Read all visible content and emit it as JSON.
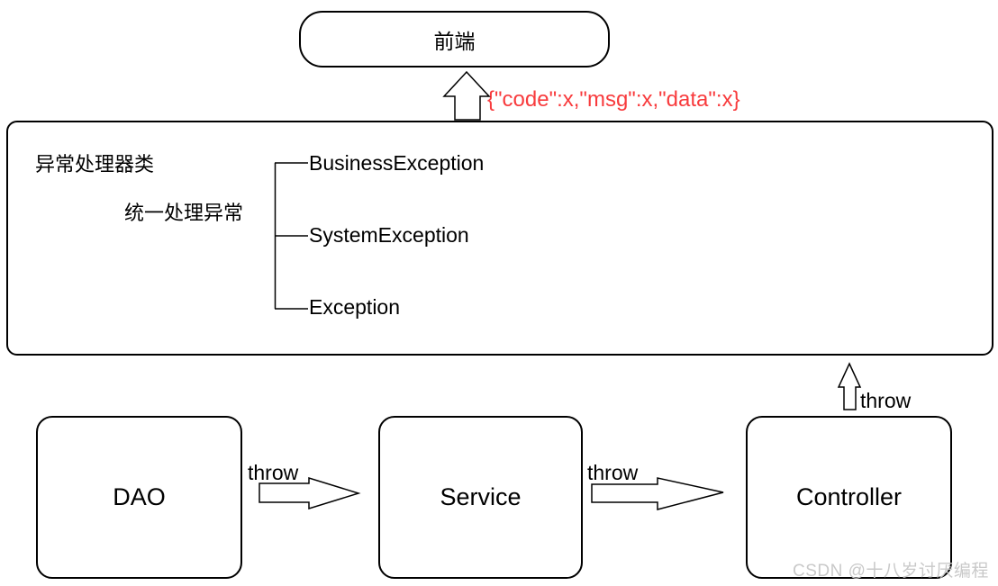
{
  "frontend": {
    "label": "前端"
  },
  "response_json": "{\"code\":x,\"msg\":x,\"data\":x}",
  "handler": {
    "title": "异常处理器类",
    "subtitle": "统一处理异常",
    "exceptions": [
      "BusinessException",
      "SystemException",
      "Exception"
    ]
  },
  "layers": [
    {
      "label": "DAO"
    },
    {
      "label": "Service"
    },
    {
      "label": "Controller"
    }
  ],
  "arrows": {
    "dao_to_service": "throw",
    "service_to_controller": "throw",
    "controller_to_handler": "throw"
  },
  "watermark": "CSDN @十八岁讨厌编程",
  "colors": {
    "stroke": "#000000",
    "response_text": "#f83b3d",
    "watermark": "#c9c9c9",
    "background": "#ffffff"
  }
}
